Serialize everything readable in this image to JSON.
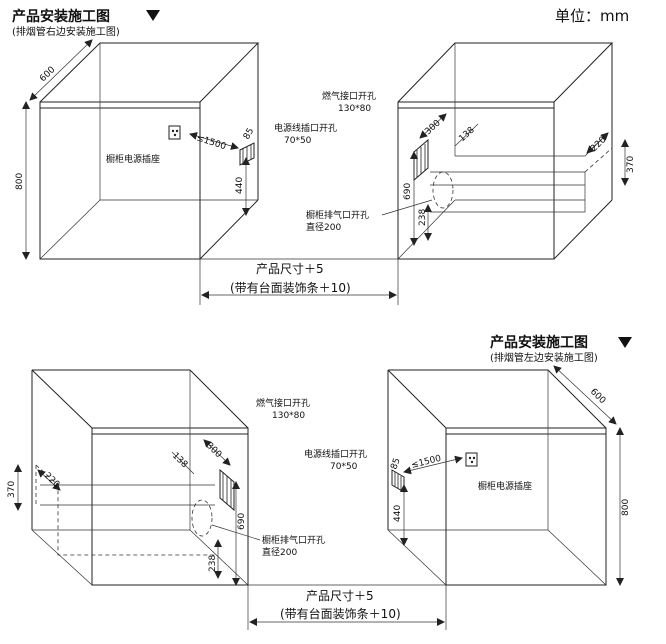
{
  "top": {
    "title": "产品安装施工图",
    "subtitle": "(排烟管右边安装施工图)",
    "unit": "单位：mm",
    "labels": {
      "socket": "橱柜电源插座",
      "power_hole": "电源线插口开孔",
      "power_hole_size": "70*50",
      "gas_hole": "燃气接口开孔",
      "gas_hole_size": "130*80",
      "exhaust_hole": "橱柜排气口开孔",
      "exhaust_diameter": "直径200",
      "product_size": "产品尺寸＋5",
      "with_trim": "(带有台面装饰条＋10)"
    },
    "dims": {
      "depth": "600",
      "height": "800",
      "dist1500": "≤1500",
      "d85": "85",
      "d440": "440",
      "d300": "300",
      "d138": "138",
      "d220": "220",
      "d370": "370",
      "d690": "690",
      "d238": "238"
    }
  },
  "bottom": {
    "title": "产品安装施工图",
    "subtitle": "(排烟管左边安装施工图)",
    "labels": {
      "socket": "橱柜电源插座",
      "power_hole": "电源线插口开孔",
      "power_hole_size": "70*50",
      "gas_hole": "燃气接口开孔",
      "gas_hole_size": "130*80",
      "exhaust_hole": "橱柜排气口开孔",
      "exhaust_diameter": "直径200",
      "product_size": "产品尺寸＋5",
      "with_trim": "(带有台面装饰条＋10)"
    },
    "dims": {
      "depth": "600",
      "height": "800",
      "dist1500": "≤1500",
      "d85": "85",
      "d440": "440",
      "d300": "300",
      "d138": "138",
      "d220": "220",
      "d370": "370",
      "d690": "690",
      "d238": "238"
    }
  }
}
